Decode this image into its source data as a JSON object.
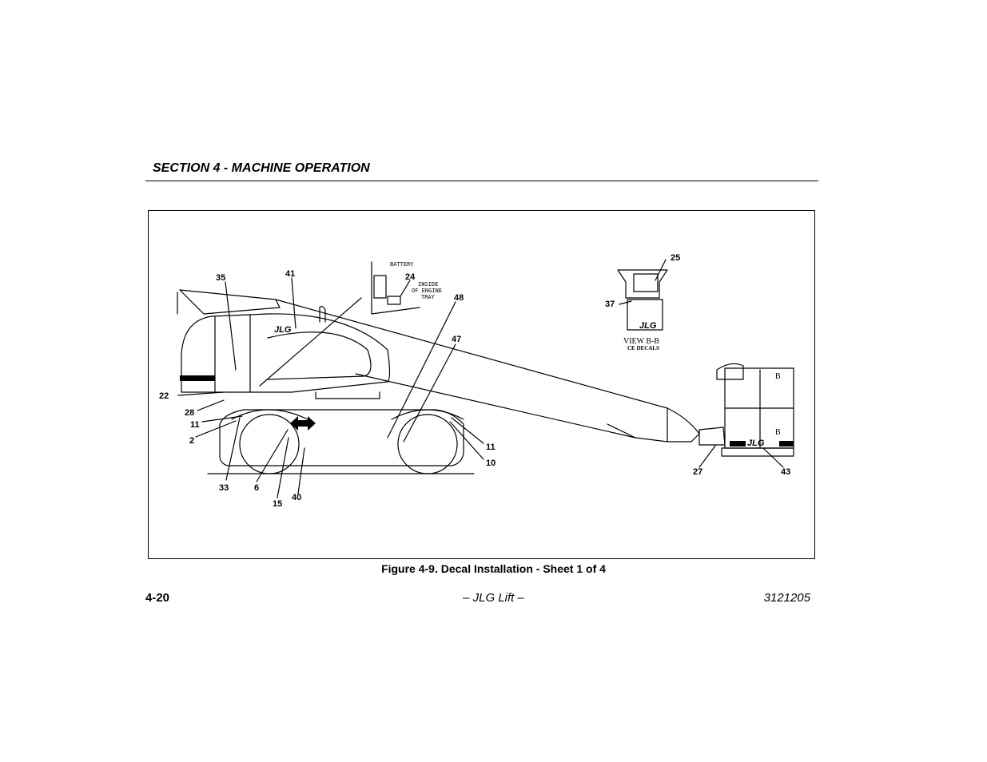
{
  "header": {
    "section_title": "SECTION 4 - MACHINE OPERATION"
  },
  "figure": {
    "caption": "Figure 4-9. Decal Installation - Sheet 1 of 4",
    "notes": {
      "battery": "BATTERY",
      "inside_line1": "INSIDE",
      "inside_line2": "OF ENGINE",
      "inside_line3": "TRAY"
    },
    "view_label": "VIEW B-B",
    "ce_label": "CE DECALS",
    "section_marker": "B",
    "brand_decal": "JLG",
    "callouts": {
      "c2": "2",
      "c6": "6",
      "c10": "10",
      "c11a": "11",
      "c11b": "11",
      "c15": "15",
      "c22": "22",
      "c24": "24",
      "c25": "25",
      "c27": "27",
      "c28": "28",
      "c33": "33",
      "c35": "35",
      "c37": "37",
      "c40": "40",
      "c41": "41",
      "c43": "43",
      "c47": "47",
      "c48": "48"
    }
  },
  "footer": {
    "page_number": "4-20",
    "center_text": "– JLG Lift –",
    "doc_number": "3121205"
  }
}
